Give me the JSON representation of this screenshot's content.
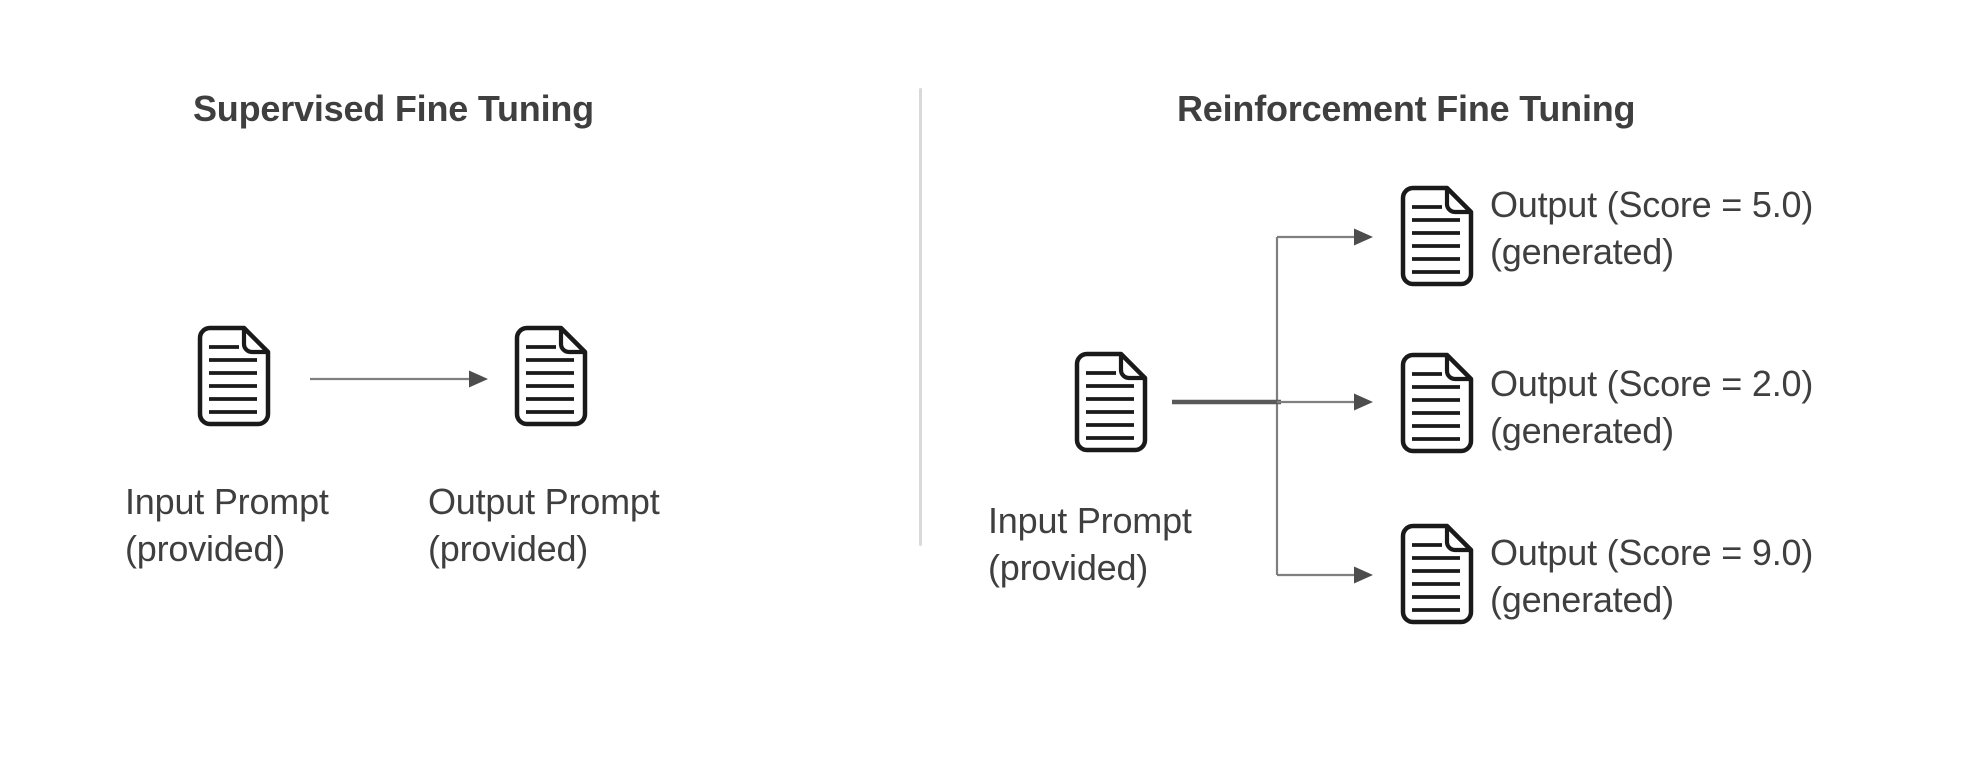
{
  "diagram": {
    "sft": {
      "title": "Supervised Fine Tuning",
      "input": {
        "line1": "Input Prompt",
        "line2": "(provided)"
      },
      "output": {
        "line1": "Output Prompt",
        "line2": "(provided)"
      }
    },
    "rft": {
      "title": "Reinforcement Fine Tuning",
      "input": {
        "line1": "Input Prompt",
        "line2": "(provided)"
      },
      "outputs": [
        {
          "line1": "Output (Score = 5.0)",
          "line2": "(generated)"
        },
        {
          "line1": "Output (Score = 2.0)",
          "line2": "(generated)"
        },
        {
          "line1": "Output (Score = 9.0)",
          "line2": "(generated)"
        }
      ]
    }
  },
  "icons": {
    "document": "document-icon",
    "arrow_right": "arrow-right-icon"
  },
  "colors": {
    "text": "#3f3f3f",
    "doc_stroke": "#1a1a1a",
    "connector_line": "#7f7f7f",
    "connector_stem_dark": "#595959",
    "arrowhead": "#4d4d4d",
    "divider": "#d9d9d9",
    "background": "#ffffff"
  }
}
